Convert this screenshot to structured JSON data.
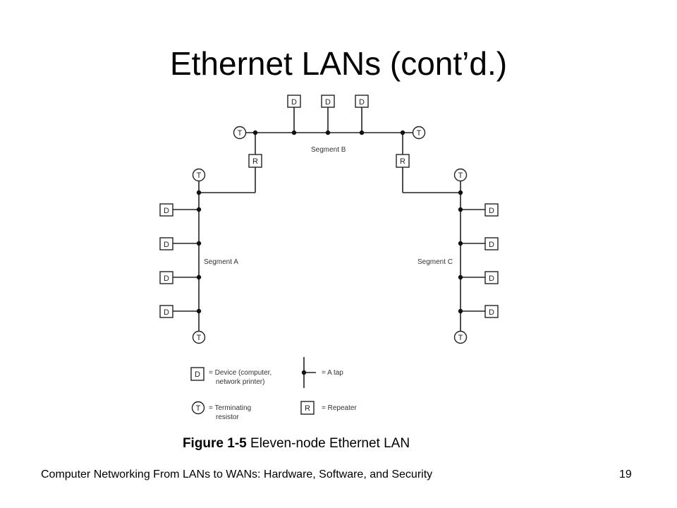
{
  "slide": {
    "title": "Ethernet LANs (cont’d.)",
    "caption_bold": "Figure 1-5",
    "caption_text": " Eleven-node Ethernet LAN",
    "footer": "Computer Networking From LANs to WANs: Hardware, Software, and Security",
    "page_number": "19"
  },
  "diagram": {
    "segments": {
      "a": "Segment A",
      "b": "Segment B",
      "c": "Segment C"
    },
    "symbols": {
      "device": "D",
      "terminator": "T",
      "repeater": "R"
    },
    "legend": {
      "device_line1": "= Device (computer,",
      "device_line2": "network printer)",
      "tap": "= A tap",
      "terminator_line1": "= Terminating",
      "terminator_line2": "resistor",
      "repeater": "= Repeater"
    }
  }
}
